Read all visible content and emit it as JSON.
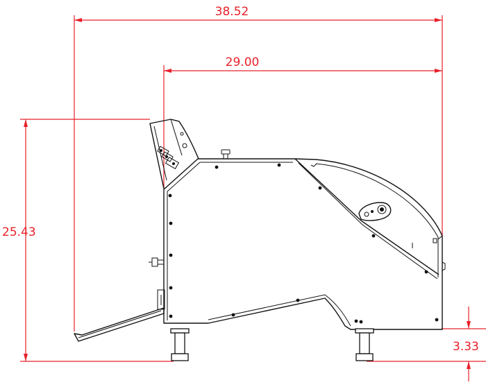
{
  "diagram": {
    "dimensions": {
      "overall_width": "38.52",
      "body_width": "29.00",
      "overall_height": "25.43",
      "foot_height": "3.33"
    },
    "colors": {
      "dimension": "#e8202a",
      "machine": "#111111",
      "background": "#ffffff"
    }
  }
}
